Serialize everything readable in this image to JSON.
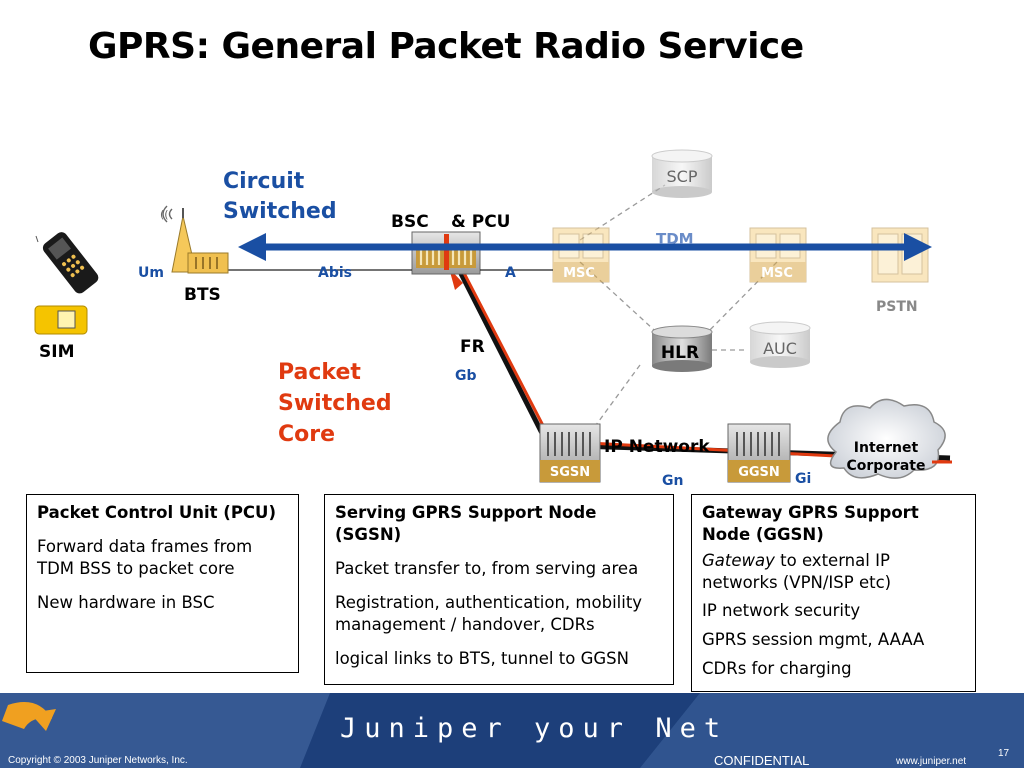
{
  "slide": {
    "title": "GPRS: General Packet Radio Service",
    "page_number": "17"
  },
  "diagram": {
    "circuit_label_line1": "Circuit",
    "circuit_label_line2": "Switched",
    "packet_label_line1": "Packet",
    "packet_label_line2": "Switched",
    "packet_label_line3": "Core",
    "bsc": "BSC",
    "pcu": "& PCU",
    "bts": "BTS",
    "sim": "SIM",
    "um": "Um",
    "abis": "Abis",
    "a": "A",
    "tdm": "TDM",
    "msc1": "MSC",
    "msc2": "MSC",
    "scp": "SCP",
    "hlr": "HLR",
    "auc": "AUC",
    "pstn": "PSTN",
    "fr": "FR",
    "gb": "Gb",
    "ip_network": "IP Network",
    "sgsn": "SGSN",
    "ggsn": "GGSN",
    "gn": "Gn",
    "gi": "Gi",
    "cloud_line1": "Internet",
    "cloud_line2": "Corporate"
  },
  "boxes": {
    "pcu": {
      "title": "Packet Control Unit (PCU)",
      "line1": "Forward data frames from TDM BSS to packet core",
      "line2": "New hardware in BSC"
    },
    "sgsn": {
      "title": "Serving GPRS Support Node (SGSN)",
      "line1": "Packet transfer to, from serving area",
      "line2": "Registration, authentication, mobility management / handover, CDRs",
      "line3": "logical links to BTS, tunnel to GGSN"
    },
    "ggsn": {
      "title": "Gateway GPRS Support Node (GGSN)",
      "line1_italic": "Gateway",
      "line1_rest": " to external IP networks (VPN/ISP etc)",
      "line2": "IP network security",
      "line3": "GPRS session mgmt, AAAA",
      "line4": "CDRs for charging"
    }
  },
  "footer": {
    "brand": "Juniper your Net",
    "copyright": "Copyright © 2003 Juniper Networks, Inc.",
    "confidential": "CONFIDENTIAL",
    "website": "www.juniper.net"
  },
  "colors": {
    "circuit_blue": "#1a4fa3",
    "packet_red": "#e03a10",
    "footer_navy": "#1d3f7a",
    "accent_orange": "#f0a020"
  }
}
